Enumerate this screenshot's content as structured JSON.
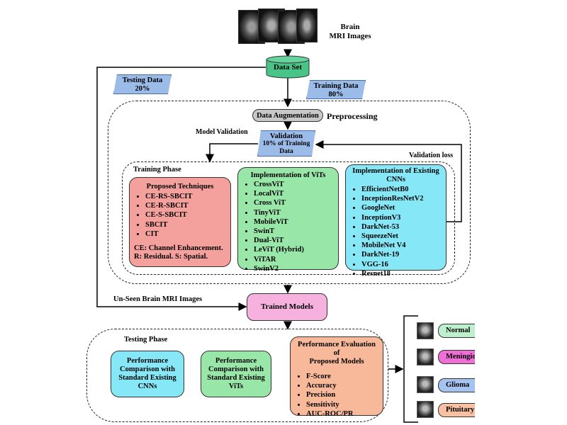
{
  "title": {
    "line1": "Brain",
    "line2": "MRI Images"
  },
  "dataset": "Data Set",
  "testing_data": {
    "line1": "Testing Data",
    "line2": "20%"
  },
  "training_data": {
    "line1": "Training Data",
    "line2": "80%"
  },
  "augmentation": "Data Augmentation",
  "preprocessing": "Preprocessing",
  "model_validation": "Model Validation",
  "validation": {
    "line1": "Validation",
    "line2": "10% of Training",
    "line3": "Data"
  },
  "validation_loss": "Validation loss",
  "training_phase": "Training Phase",
  "proposed": {
    "heading": "Proposed Techniques",
    "items": [
      "CE-RS-SBCIT",
      "CE-R-SBCIT",
      "CE-S-SBCIT",
      "SBCIT",
      "CIT"
    ],
    "note1": "CE: Channel Enhancement.",
    "note2": "R: Residual. S: Spatial."
  },
  "vits": {
    "heading": "Implementation of ViTs",
    "items": [
      "CrossViT",
      "LocalViT",
      "Cross ViT",
      "TinyViT",
      "MobileViT",
      "SwinT",
      "Dual-ViT",
      "LeViT (Hybrid)",
      "ViTAR",
      "SwinV2"
    ]
  },
  "cnns": {
    "heading1": "Implementation of Existing",
    "heading2": "CNNs",
    "items": [
      "EfficientNetB0",
      "InceptionResNetV2",
      "GoogleNet",
      "InceptionV3",
      "DarkNet-53",
      "SqueezeNet",
      "MobileNet V4",
      "DarkNet-19",
      "VGG-16",
      "Resnet18"
    ]
  },
  "unseen": "Un-Seen Brain MRI Images",
  "trained_models": "Trained Models",
  "testing_phase": "Testing Phase",
  "perf_cnn": {
    "l1": "Performance",
    "l2": "Comparison with",
    "l3": "Standard Existing",
    "l4": "CNNs"
  },
  "perf_vit": {
    "l1": "Performance",
    "l2": "Comparison with",
    "l3": "Standard Existing",
    "l4": "ViTs"
  },
  "perf_eval": {
    "heading1": "Performance Evaluation of",
    "heading2": "Proposed Models",
    "items": [
      "F-Score",
      "Accuracy",
      "Precision",
      "Sensitivity",
      "AUC-ROC/PR"
    ]
  },
  "outputs": [
    "Normal",
    "Meningioma",
    "Glioma",
    "Pituitary"
  ],
  "colors": {
    "proposed": "#f4a09c",
    "vits": "#98e6a8",
    "cnns": "#86e8f7",
    "trained": "#f6b1df",
    "perf_eval": "#f8b89a",
    "dataset": "#49c488",
    "data_tag": "#9bbbe9",
    "augmentation": "#c8c8c8",
    "normal": "#bff0cd",
    "meningioma": "#ee6fd6",
    "glioma": "#a4c3f0",
    "pituitary": "#f7c1a2"
  }
}
